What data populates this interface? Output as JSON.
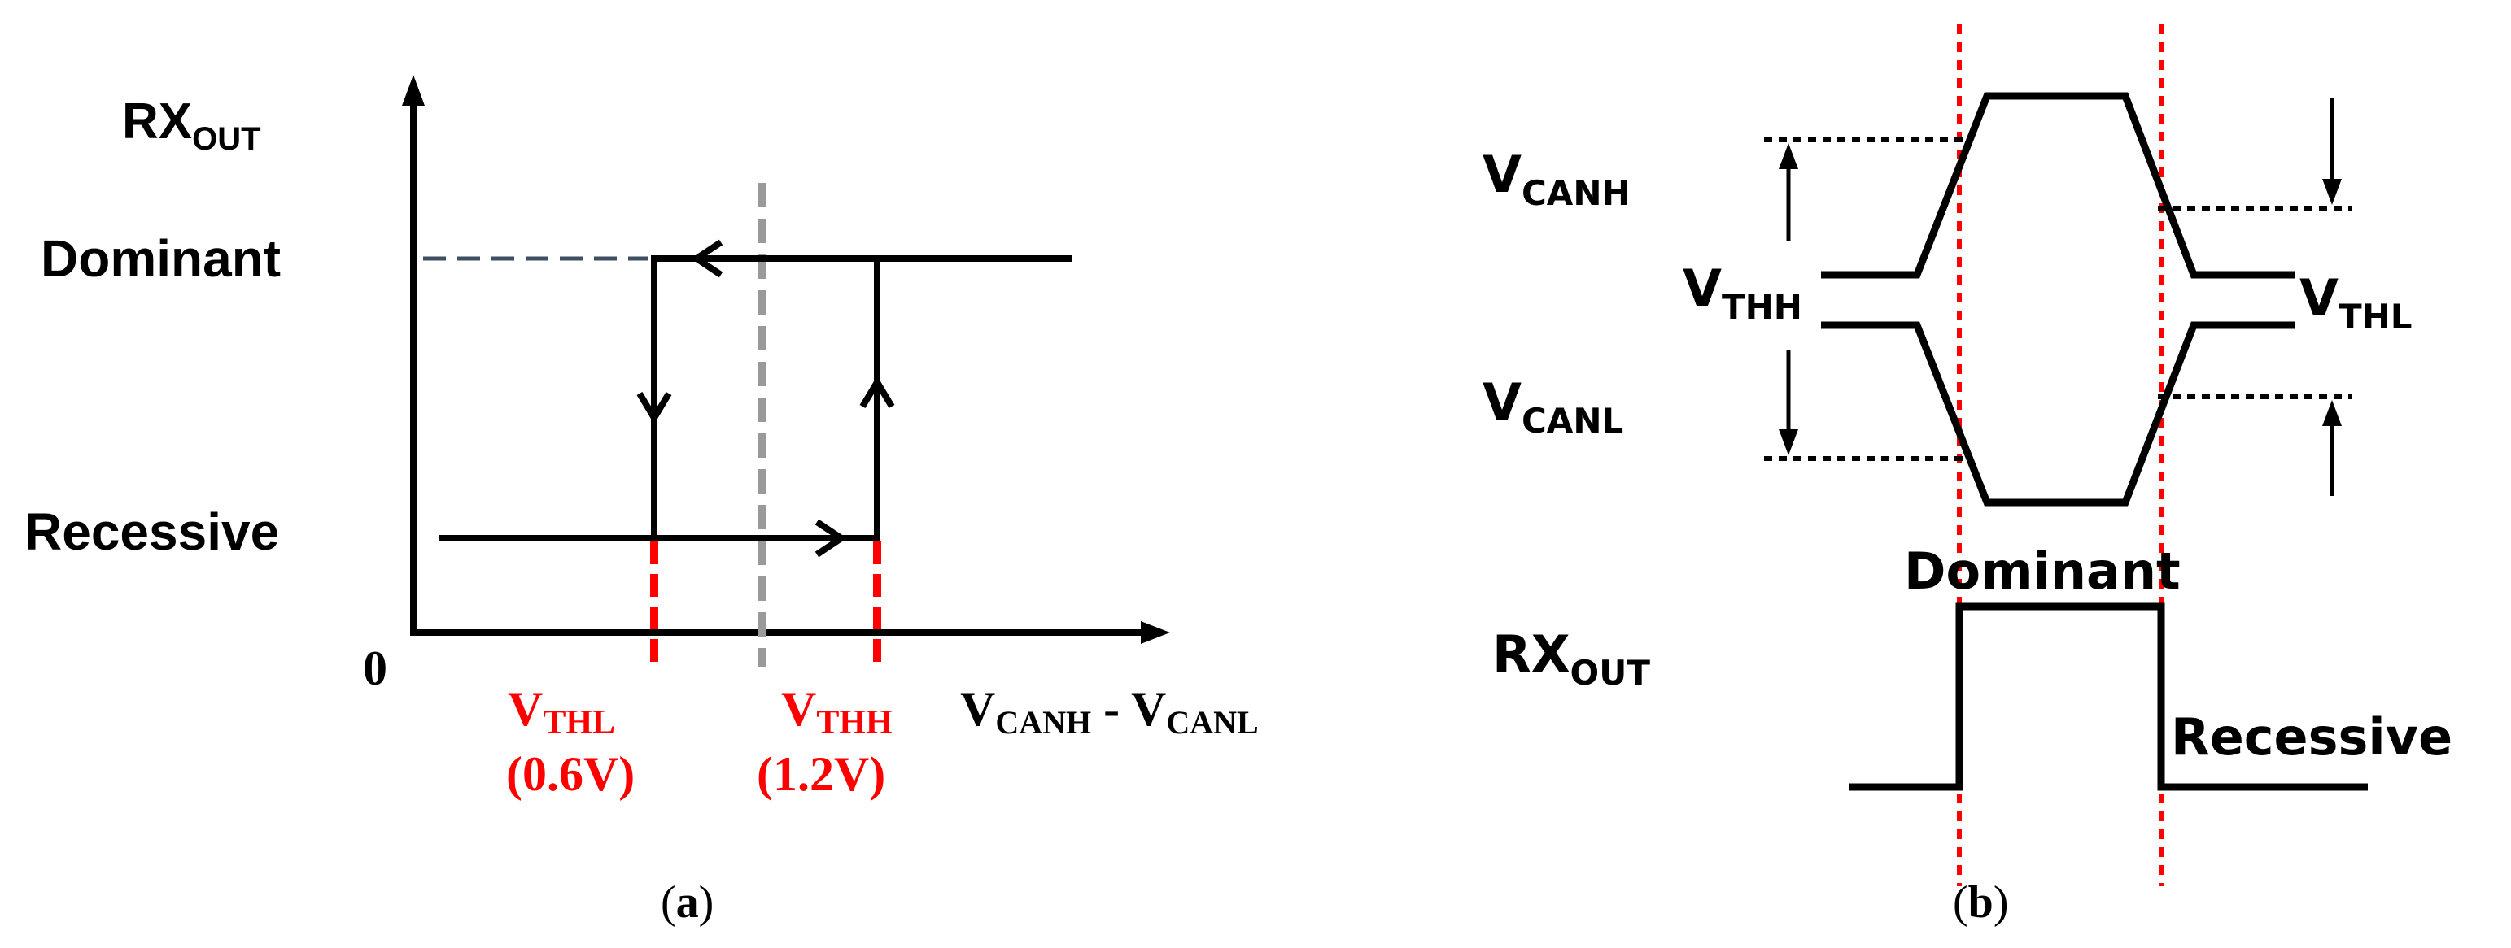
{
  "panel_a": {
    "y_axis_label_main": "RX",
    "y_axis_label_sub": "OUT",
    "level_dominant": "Dominant",
    "level_recessive": "Recessive",
    "origin": "0",
    "threshold_low_main": "V",
    "threshold_low_sub": "THL",
    "threshold_low_value": "(0.6V)",
    "threshold_high_main": "V",
    "threshold_high_sub": "THH",
    "threshold_high_value": "(1.2V)",
    "x_axis_label_v1": "V",
    "x_axis_label_v1_sub": "CANH",
    "x_axis_label_minus": " - ",
    "x_axis_label_v2": "V",
    "x_axis_label_v2_sub": "CANL",
    "caption_open": "(",
    "caption_letter": "a",
    "caption_close": ")"
  },
  "panel_b": {
    "canh_main": "V",
    "canh_sub": "CANH",
    "canl_main": "V",
    "canl_sub": "CANL",
    "thh_main": "V",
    "thh_sub": "THH",
    "thl_main": "V",
    "thl_sub": "THL",
    "dominant": "Dominant",
    "rx_main": "RX",
    "rx_sub": "OUT",
    "recessive": "Recessive",
    "caption_open": "(",
    "caption_letter": "b",
    "caption_close": ")"
  },
  "colors": {
    "line": "#000000",
    "threshold": "#ff0000",
    "guide_gray": "#9a9a9a",
    "guide_dash": "#3f4f63"
  }
}
